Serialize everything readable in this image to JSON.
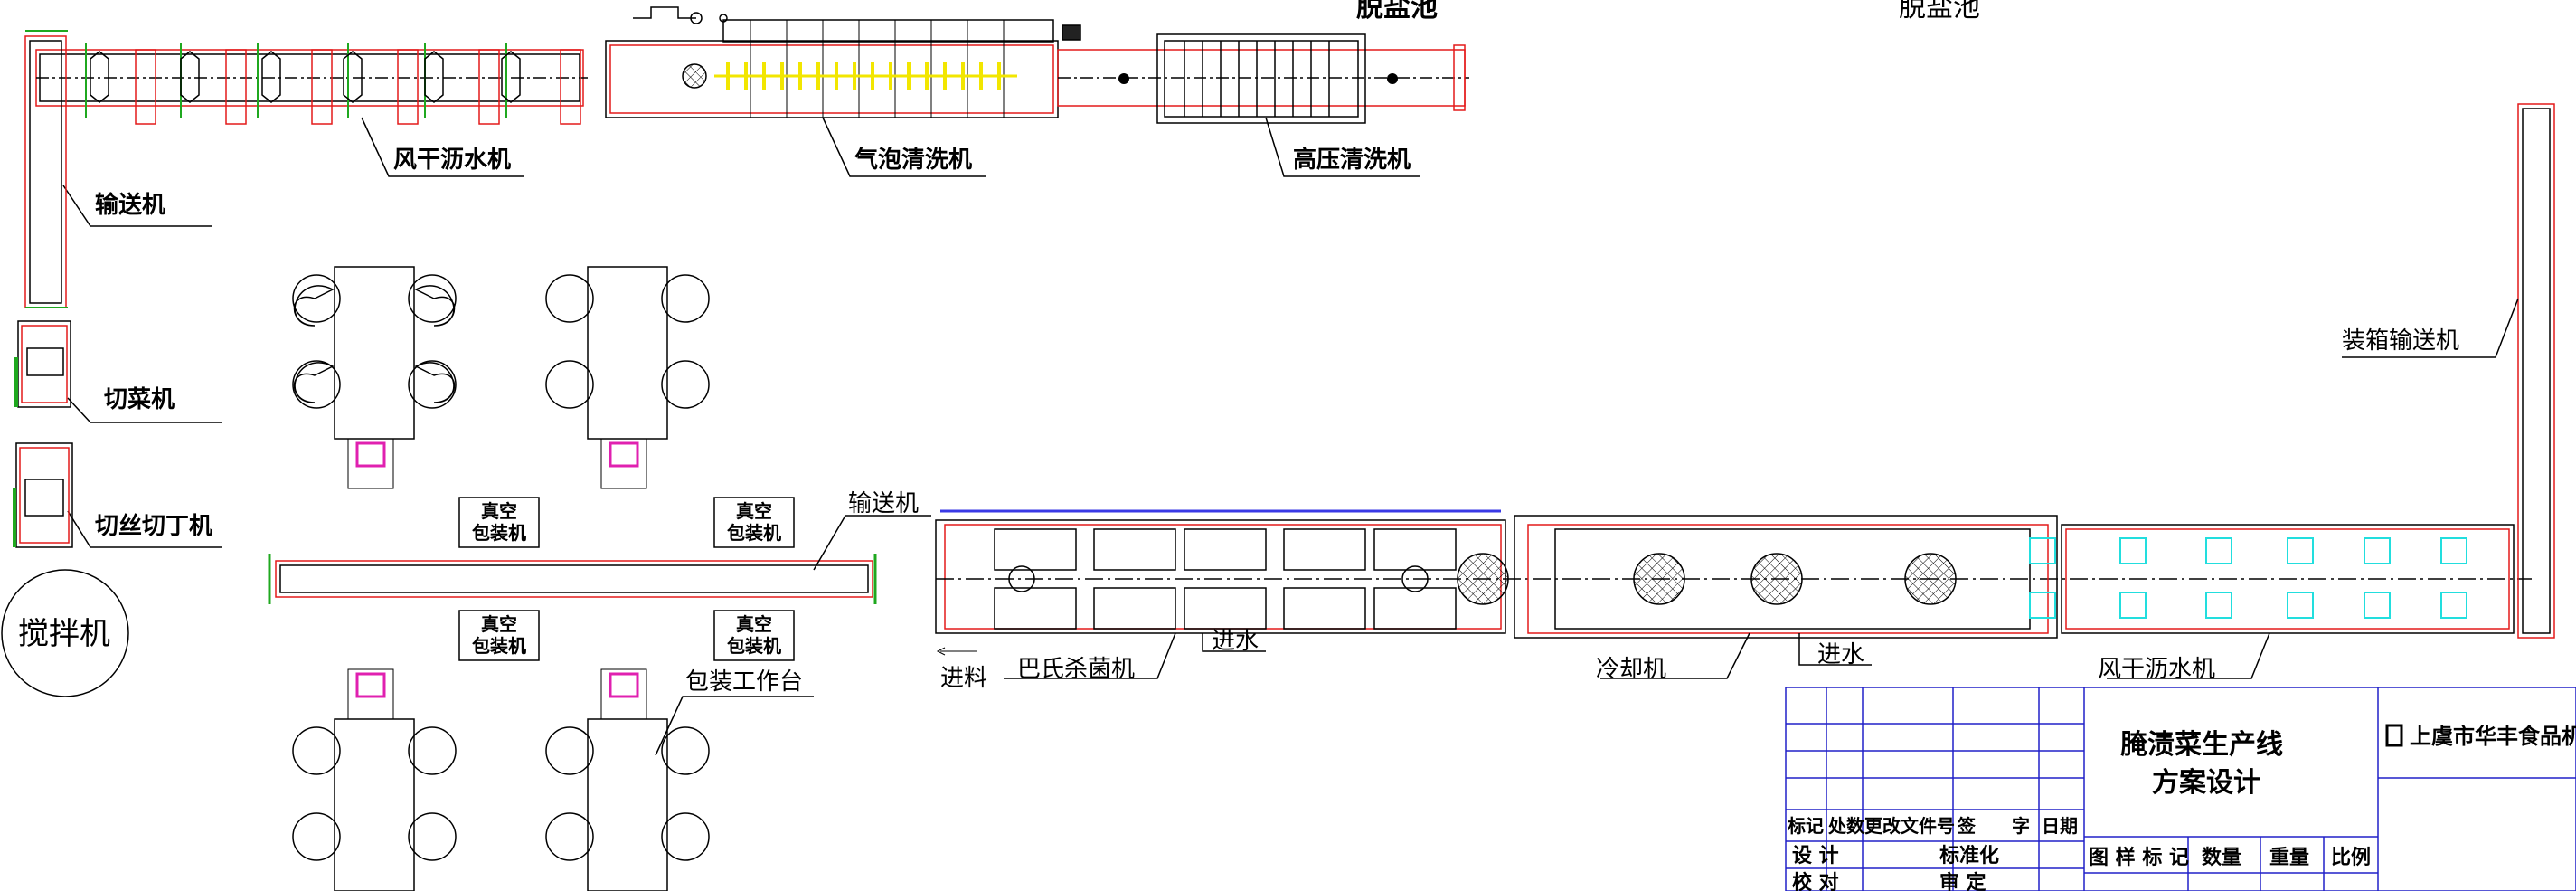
{
  "colors": {
    "outline": "#000000",
    "frame_red": "#e41a1a",
    "shaft_green": "#1fa81f",
    "bubble_yellow": "#f2e600",
    "nozzle_cyan": "#22dede",
    "terminal_magenta": "#e020b0",
    "pipe_blue": "#3a3ae6",
    "titleblock_blue": "#2020c8"
  },
  "top_labels": {
    "desalt_pool_1": "脱盐池",
    "desalt_pool_2": "脱盐池"
  },
  "upper_line": {
    "air_dry_drainer": "风干沥水机",
    "bubble_washer": "气泡清洗机",
    "high_pressure_washer": "高压清洗机",
    "conveyor": "输送机",
    "vegetable_cutter": "切菜机",
    "shred_dice_cutter": "切丝切丁机",
    "mixer": "搅拌机"
  },
  "packing_area": {
    "vacuum_packer_1": "真空\n包装机",
    "vacuum_packer_2": "真空\n包装机",
    "vacuum_packer_3": "真空\n包装机",
    "vacuum_packer_4": "真空\n包装机",
    "conveyor": "输送机",
    "packing_table": "包装工作台"
  },
  "lower_line": {
    "feed": "进料",
    "pasteurizer": "巴氏杀菌机",
    "water_in_1": "进水",
    "cooler": "冷却机",
    "water_in_2": "进水",
    "air_dry_drainer": "风干沥水机",
    "boxing_conveyor": "装箱输送机"
  },
  "title_block": {
    "project_title": "腌渍菜生产线",
    "subtitle": "方案设计",
    "company": "上虞市华丰食品机",
    "rev_headers": [
      "标记",
      "处数",
      "更改文件号",
      "签",
      "字",
      "日期"
    ],
    "row_design": "设  计",
    "row_standard": "标准化",
    "row_check": "校  对",
    "row_review": "审  定",
    "stage_mark": "图 样 标 记",
    "quantity": "数量",
    "weight": "重量",
    "scale": "比例"
  }
}
